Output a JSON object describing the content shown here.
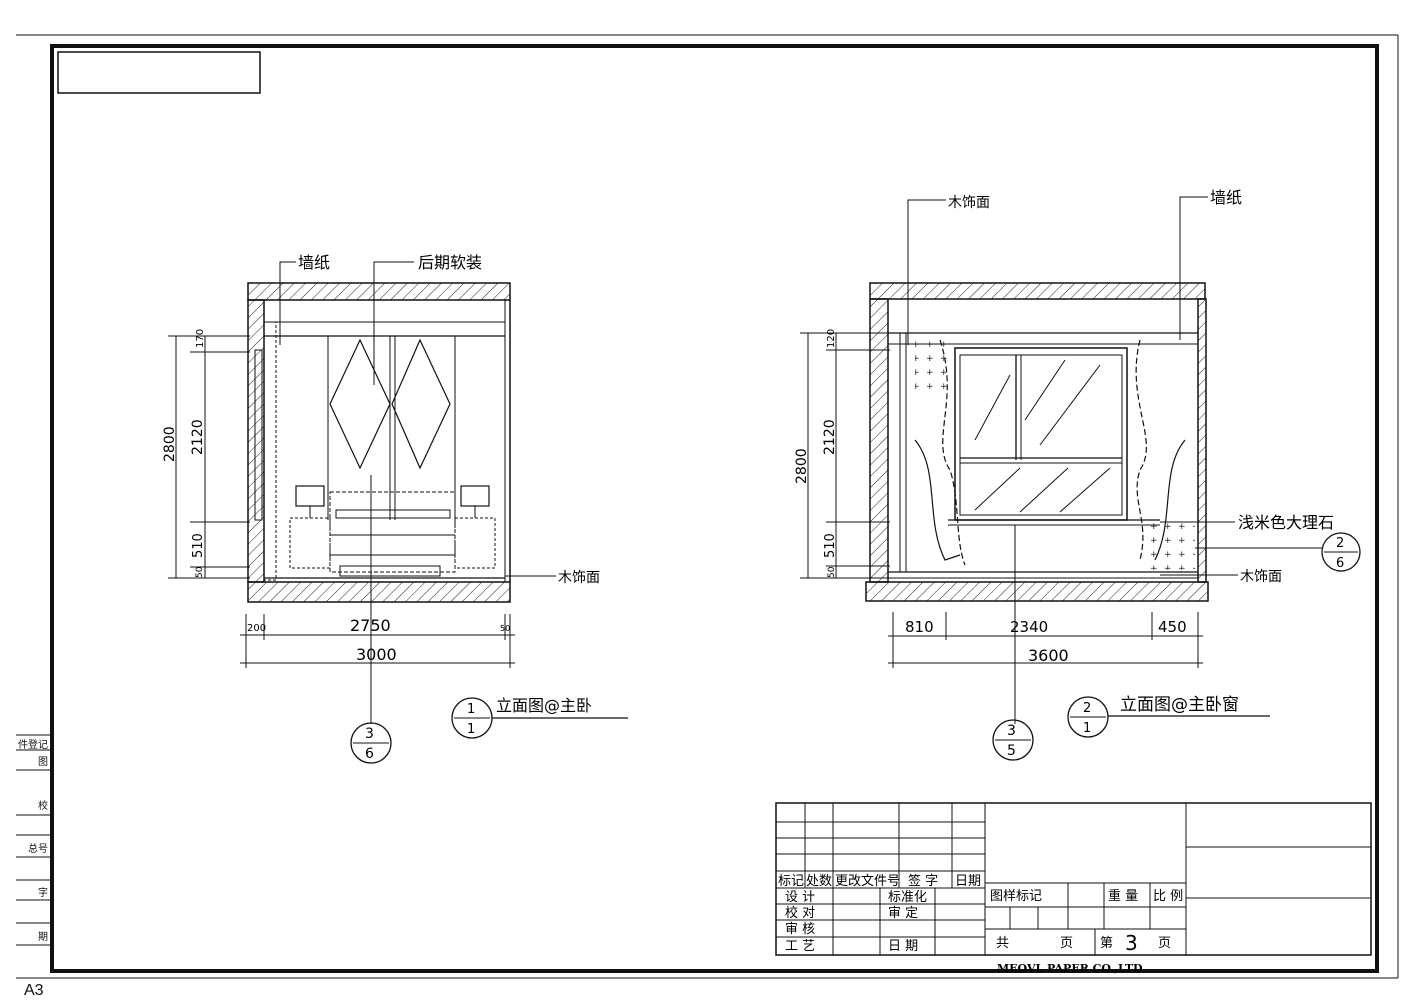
{
  "sheet": {
    "size_label": "A3",
    "company": "MEOVL PAPER CO.,LTD"
  },
  "side_labels": [
    "件登记",
    "图",
    "校",
    "总号",
    "字",
    "期"
  ],
  "elevation1": {
    "label_top_left": "墙纸",
    "label_top_right": "后期软装",
    "label_floor": "木饰面",
    "dim_total_height": "2800",
    "dim_top": "170",
    "dim_middle": "2120",
    "dim_bottom_a": "510",
    "dim_bottom_b": "50",
    "dim_width_left": "200",
    "dim_width_mid": "2750",
    "dim_width_right": "50",
    "dim_width_total": "3000",
    "ref_callout_top": "3",
    "ref_callout_bottom": "6",
    "title_num_top": "1",
    "title_num_bottom": "1",
    "title": "立面图@主卧"
  },
  "elevation2": {
    "label_top_left": "木饰面",
    "label_top_right": "墙纸",
    "label_right_mid": "浅米色大理石",
    "label_right_low": "木饰面",
    "dim_total_height": "2800",
    "dim_top": "120",
    "dim_middle": "2120",
    "dim_bottom_a": "510",
    "dim_bottom_b": "50",
    "dim_width_left": "810",
    "dim_width_mid": "2340",
    "dim_width_right": "450",
    "dim_width_total": "3600",
    "ref_callout_top": "3",
    "ref_callout_bottom": "5",
    "side_callout_top": "2",
    "side_callout_bottom": "6",
    "title_num_top": "2",
    "title_num_bottom": "1",
    "title": "立面图@主卧窗"
  },
  "title_block": {
    "rev_headers": [
      "标记",
      "处数",
      "更改文件号",
      "签 字",
      "日期"
    ],
    "design": "设 计",
    "standard": "标准化",
    "check": "校 对",
    "review": "审 定",
    "audit": "审 核",
    "process": "工 艺",
    "date": "日 期",
    "drawing_mark": "图样标记",
    "weight": "重 量",
    "scale": "比 例",
    "total": "共",
    "page1": "页",
    "sheet_of": "第",
    "sheet_num": "3",
    "page2": "页"
  }
}
